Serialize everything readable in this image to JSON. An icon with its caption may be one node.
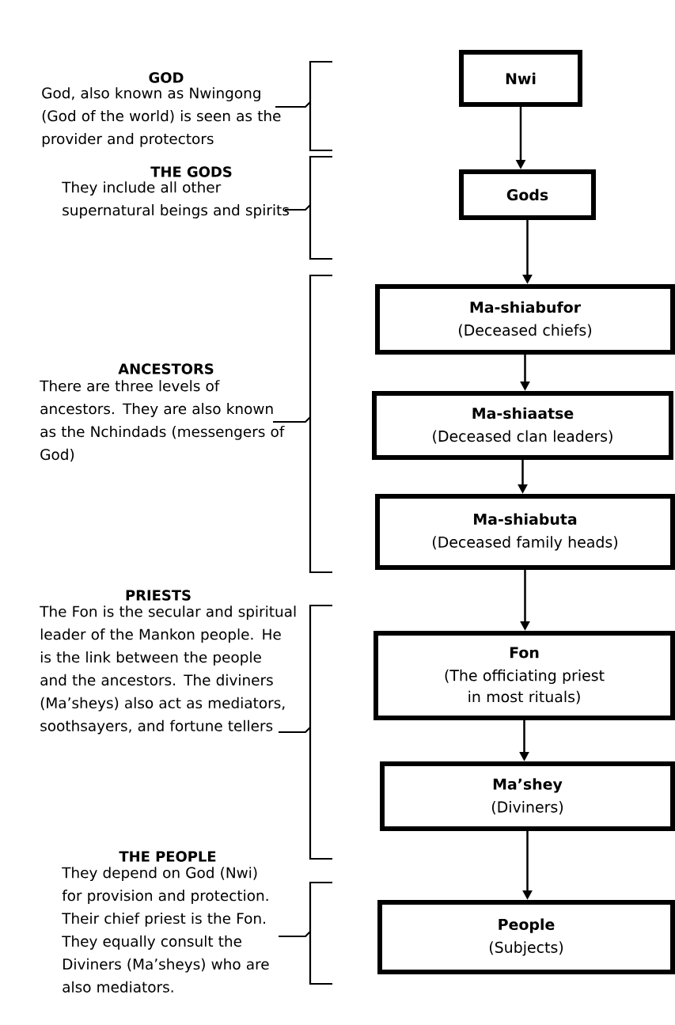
{
  "diagram": {
    "nodes": [
      {
        "text": [
          "Nwi"
        ]
      },
      {
        "text": [
          "Gods"
        ]
      },
      {
        "text": [
          "Ma-shiabufor",
          "(Deceased chiefs)"
        ]
      },
      {
        "text": [
          "Ma-shiaatse",
          "(Deceased clan leaders)"
        ]
      },
      {
        "text": [
          "Ma-shiabuta",
          "(Deceased family heads)"
        ]
      },
      {
        "text": [
          "Fon",
          "(The officiating priest in most rituals)"
        ]
      },
      {
        "text": [
          "Ma’shey",
          "(Diviners)"
        ]
      },
      {
        "text": [
          "People",
          "(Subjects)"
        ]
      }
    ],
    "edges": [
      {
        "from": 0,
        "to": 1,
        "arrow": "to"
      },
      {
        "from": 1,
        "to": 2,
        "arrow": "to"
      },
      {
        "from": 2,
        "to": 3,
        "arrow": "to"
      },
      {
        "from": 3,
        "to": 4,
        "arrow": "to"
      },
      {
        "from": 4,
        "to": 5,
        "arrow": "to"
      },
      {
        "from": 5,
        "to": 6,
        "arrow": "to"
      },
      {
        "from": 6,
        "to": 7,
        "arrow": "to"
      }
    ],
    "labels": [
      "GOD",
      "God, also known as Nwingong (God of the world) is seen as the provider and protectors",
      "THE GODS",
      "They include all other supernatural beings and spirits",
      "ANCESTORS",
      "There are three levels of ancestors. They are also known as the Nchindads (messengers of God)",
      "PRIESTS",
      "The Fon is the secular and spiritual leader of the Mankon people. He is the link between the people and the ancestors. The diviners (Ma’sheys) also act as mediators, soothsayers, and fortune tellers",
      "THE PEOPLE",
      "They depend on God (Nwi) for provision and protection. Their chief priest is the Fon. They equally consult the Diviners (Ma’sheys) who are also mediators."
    ]
  }
}
